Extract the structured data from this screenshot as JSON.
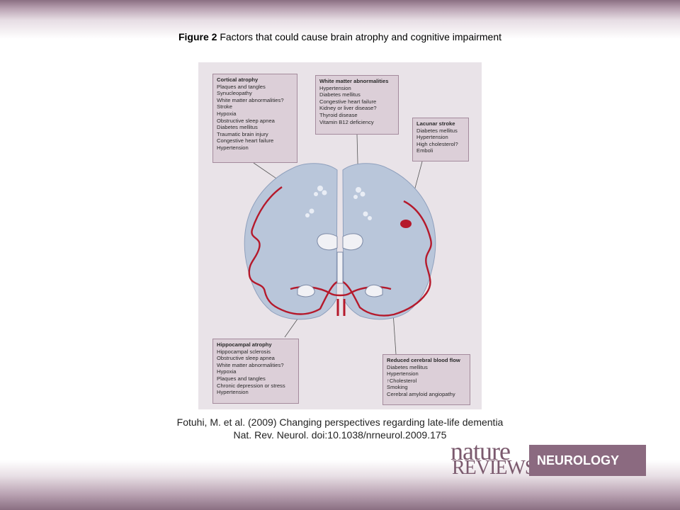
{
  "title": {
    "prefix": "Figure 2",
    "text": "Factors that could cause brain atrophy and cognitive impairment"
  },
  "boxes": {
    "cortical": {
      "heading": "Cortical atrophy",
      "items": [
        "Plaques and tangles",
        "Synucleopathy",
        "White matter abnormalities?",
        "Stroke",
        "Hypoxia",
        "Obstructive sleep apnea",
        "Diabetes mellitus",
        "Traumatic brain injury",
        "Congestive heart failure",
        "Hypertension"
      ]
    },
    "white_matter": {
      "heading": "White matter abnormalities",
      "items": [
        "Hypertension",
        "Diabetes mellitus",
        "Congestive heart failure",
        "Kidney or liver disease?",
        "Thyroid disease",
        "Vitamin B12 deficiency"
      ]
    },
    "lacunar": {
      "heading": "Lacunar stroke",
      "items": [
        "Diabetes mellitus",
        "Hypertension",
        "High cholesterol?",
        "Emboli"
      ]
    },
    "hippocampal": {
      "heading": "Hippocampal atrophy",
      "items": [
        "Hippocampal sclerosis",
        "Obstructive sleep apnea",
        "White matter abnormalities?",
        "Hypoxia",
        "Plaques and tangles",
        "Chronic depression or stress",
        "Hypertension"
      ]
    },
    "blood_flow": {
      "heading": "Reduced cerebral blood flow",
      "items": [
        "Diabetes mellitus",
        "Hypertension",
        "↑Cholesterol",
        "Smoking",
        "Cerebral amyloid angiopathy"
      ]
    }
  },
  "citation": {
    "line1": "Fotuhi, M. et al. (2009) Changing perspectives regarding late-life dementia",
    "line2": "Nat. Rev. Neurol. doi:10.1038/nrneurol.2009.175"
  },
  "logo": {
    "nature": "nature",
    "reviews": "REVIEWS",
    "journal": "NEUROLOGY"
  },
  "colors": {
    "brain_fill": "#b9c6da",
    "vessel_red": "#b5192b",
    "box_fill": "#dccfd8",
    "brand": "#8b6a80"
  }
}
